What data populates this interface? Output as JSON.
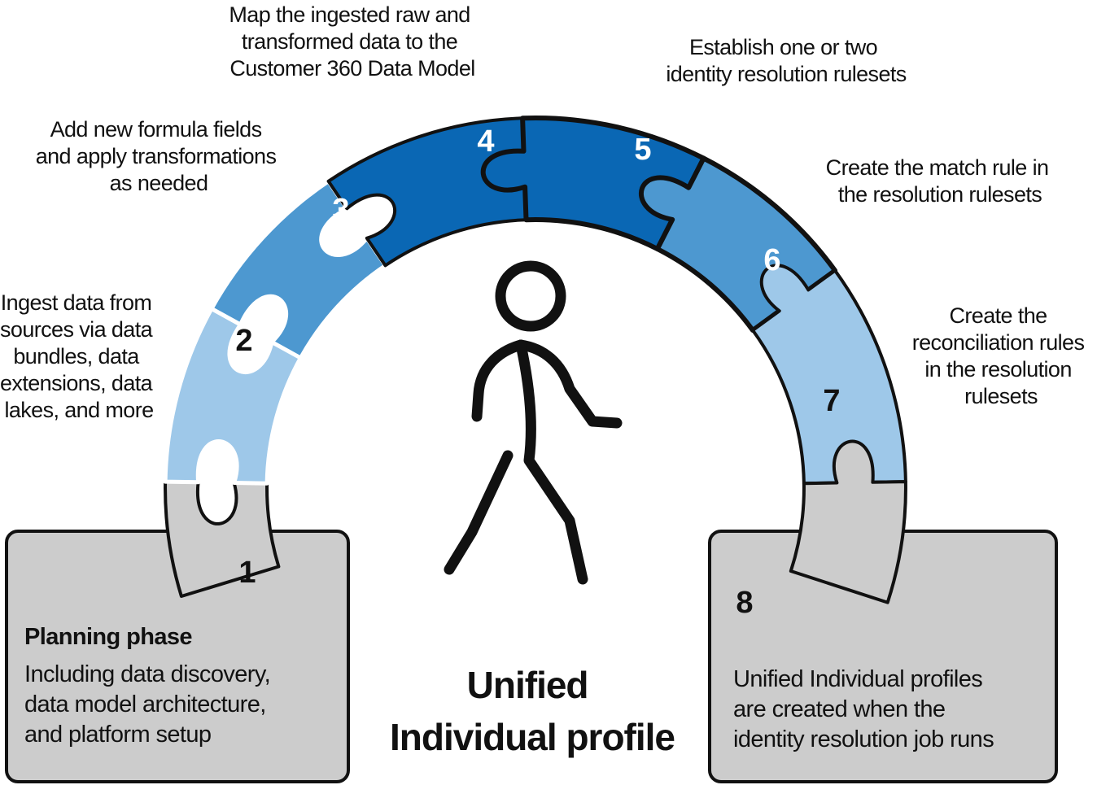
{
  "colors": {
    "gray": "#cccccc",
    "light_blue": "#9ec8e9",
    "mid_blue": "#4d98d0",
    "dark_blue": "#0a67b4",
    "outline": "#111111"
  },
  "steps": [
    {
      "number": "1",
      "label_lines": []
    },
    {
      "number": "2",
      "label_lines": [
        "Ingest data from",
        "sources via data",
        "bundles, data",
        "extensions, data",
        "lakes, and more"
      ]
    },
    {
      "number": "3",
      "label_lines": [
        "Add new formula fields",
        "and apply transformations",
        "as needed"
      ]
    },
    {
      "number": "4",
      "label_lines": [
        "Map the ingested raw and",
        "transformed data to the",
        "Customer 360 Data Model"
      ]
    },
    {
      "number": "5",
      "label_lines": [
        "Establish one or two",
        "identity resolution rulesets"
      ]
    },
    {
      "number": "6",
      "label_lines": [
        "Create the match rule in",
        "the resolution rulesets"
      ]
    },
    {
      "number": "7",
      "label_lines": [
        "Create the",
        "reconciliation rules",
        "in the resolution",
        "rulesets"
      ]
    },
    {
      "number": "8",
      "label_lines": []
    }
  ],
  "planning_box": {
    "heading": "Planning phase",
    "lines": [
      "Including data discovery,",
      "data model architecture,",
      "and platform setup"
    ]
  },
  "result_box": {
    "lines": [
      "Unified Individual profiles",
      "are created when the",
      "identity resolution job runs"
    ]
  },
  "center_title": [
    "Unified",
    "Individual profile"
  ],
  "icons": {
    "center": "walking-person-icon"
  }
}
